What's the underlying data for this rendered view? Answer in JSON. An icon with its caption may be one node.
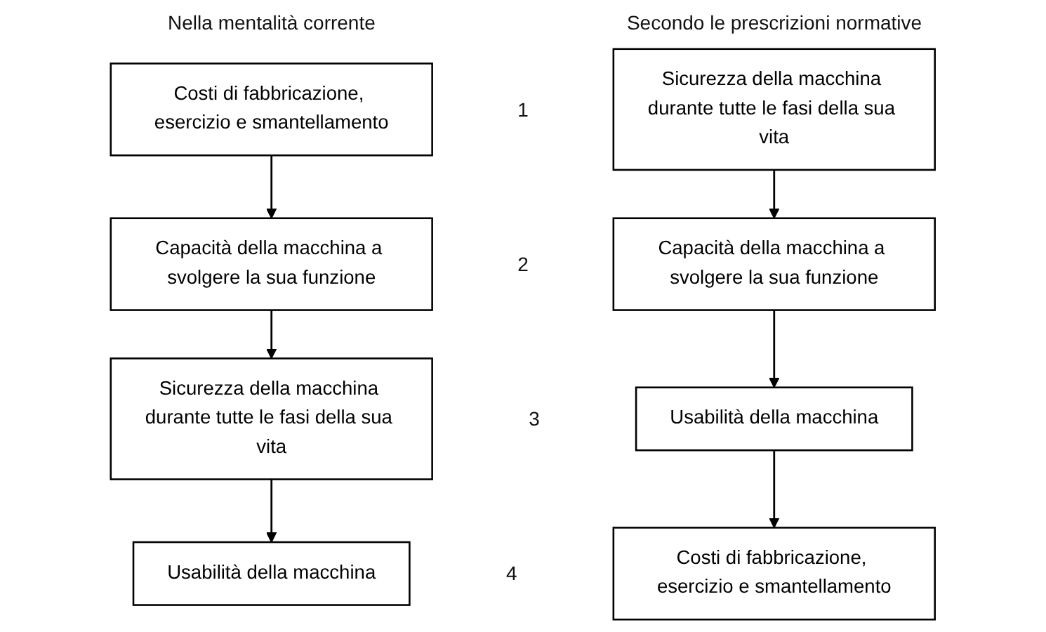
{
  "diagram": {
    "nodes": [
      {
        "text": [
          "Costi di fabbricazione, esercizio e smantellamento"
        ]
      },
      {
        "text": [
          "Capacità della macchina a svolgere la sua funzione"
        ]
      },
      {
        "text": [
          "Sicurezza della macchina durante tutte le fasi della sua vita"
        ]
      },
      {
        "text": [
          "Usabilità della macchina"
        ]
      },
      {
        "text": [
          "Sicurezza della macchina durante tutte le fasi della sua vita"
        ]
      },
      {
        "text": [
          "Capacità della macchina a svolgere la sua funzione"
        ]
      },
      {
        "text": [
          "Usabilità della macchina"
        ]
      },
      {
        "text": [
          "Costi di fabbricazione, esercizio e smantellamento"
        ]
      }
    ],
    "edges": [
      {
        "from": 0,
        "to": 1,
        "arrow": "to"
      },
      {
        "from": 1,
        "to": 2,
        "arrow": "to"
      },
      {
        "from": 2,
        "to": 3,
        "arrow": "to"
      },
      {
        "from": 4,
        "to": 5,
        "arrow": "to"
      },
      {
        "from": 5,
        "to": 6,
        "arrow": "to"
      },
      {
        "from": 6,
        "to": 7,
        "arrow": "to"
      }
    ],
    "labels": [
      "Nella mentalità corrente",
      "Secondo le prescrizioni normative",
      "1",
      "2",
      "3",
      "4"
    ]
  }
}
